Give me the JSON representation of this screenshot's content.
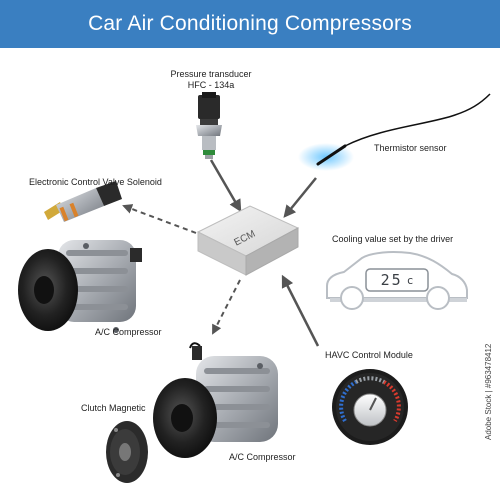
{
  "header": {
    "title": "Car Air Conditioning Compressors"
  },
  "labels": {
    "pressure_transducer": "Pressure transducer",
    "pressure_transducer_sub": "HFC - 134a",
    "thermistor_sensor": "Thermistor sensor",
    "valve_solenoid": "Electronic Control Valve Solenoid",
    "ecm": "ECM",
    "cooling_value": "Cooling value set by the driver",
    "display_value": "25",
    "display_unit": "c",
    "compressor_top": "A/C Compressor",
    "control_module": "HAVC Control Module",
    "clutch_magnetic": "Clutch Magnetic",
    "compressor_bottom": "A/C Compressor"
  },
  "side_text": "Adobe Stock | #963478412",
  "colors": {
    "header": "#3a7fc1",
    "arrow": "#555555",
    "dial_cold": "#2f6fd1",
    "dial_hot": "#d83a2e"
  }
}
